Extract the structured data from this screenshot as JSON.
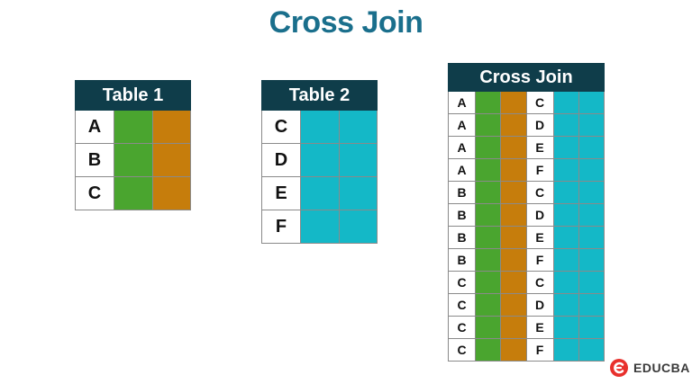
{
  "title": "Cross Join",
  "table1": {
    "header": "Table 1",
    "rows": [
      "A",
      "B",
      "C"
    ]
  },
  "table2": {
    "header": "Table 2",
    "rows": [
      "C",
      "D",
      "E",
      "F"
    ]
  },
  "cross": {
    "header": "Cross Join",
    "rows": [
      {
        "left": "A",
        "right": "C"
      },
      {
        "left": "A",
        "right": "D"
      },
      {
        "left": "A",
        "right": "E"
      },
      {
        "left": "A",
        "right": "F"
      },
      {
        "left": "B",
        "right": "C"
      },
      {
        "left": "B",
        "right": "D"
      },
      {
        "left": "B",
        "right": "E"
      },
      {
        "left": "B",
        "right": "F"
      },
      {
        "left": "C",
        "right": "C"
      },
      {
        "left": "C",
        "right": "D"
      },
      {
        "left": "C",
        "right": "E"
      },
      {
        "left": "C",
        "right": "F"
      }
    ]
  },
  "brand": {
    "name": "EDUCBA",
    "icon": "educba-logo-icon"
  },
  "colors": {
    "title": "#1a6f8c",
    "header_bg": "#0f3d4a",
    "green": "#4aa52f",
    "orange": "#c67d0c",
    "cyan": "#14b8c7",
    "brand_red": "#e8302c"
  }
}
